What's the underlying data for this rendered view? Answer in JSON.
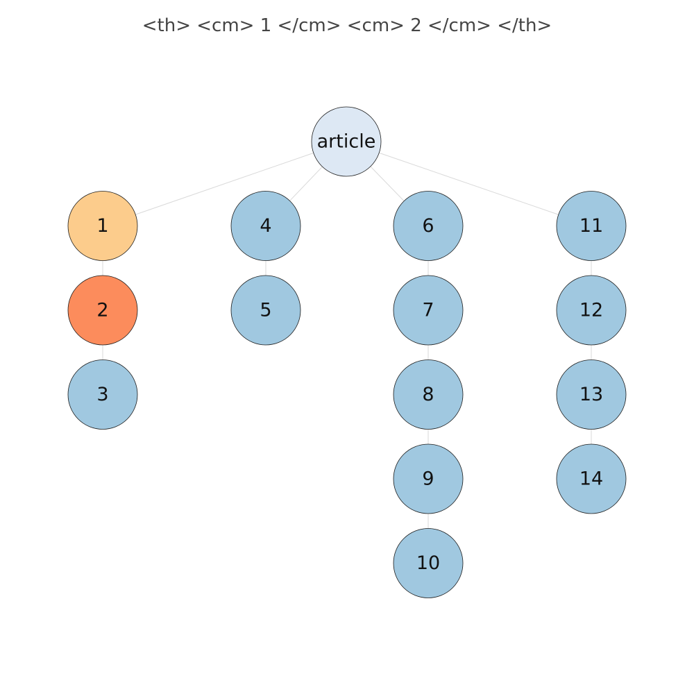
{
  "title": "<th> <cm> 1 </cm> <cm> 2 </cm> </th>",
  "colors": {
    "root": "#dde8f4",
    "default": "#a0c8e0",
    "highlight_light": "#fccc8c",
    "highlight_dark": "#fc8c5c",
    "edge": "#d9d9d9"
  },
  "tree": {
    "root": "article",
    "nodes": [
      {
        "id": "article",
        "label": "article",
        "parent": null,
        "color": "root"
      },
      {
        "id": "1",
        "label": "1",
        "parent": "article",
        "color": "highlight_light"
      },
      {
        "id": "2",
        "label": "2",
        "parent": "1",
        "color": "highlight_dark"
      },
      {
        "id": "3",
        "label": "3",
        "parent": "2",
        "color": "default"
      },
      {
        "id": "4",
        "label": "4",
        "parent": "article",
        "color": "default"
      },
      {
        "id": "5",
        "label": "5",
        "parent": "4",
        "color": "default"
      },
      {
        "id": "6",
        "label": "6",
        "parent": "article",
        "color": "default"
      },
      {
        "id": "7",
        "label": "7",
        "parent": "6",
        "color": "default"
      },
      {
        "id": "8",
        "label": "8",
        "parent": "7",
        "color": "default"
      },
      {
        "id": "9",
        "label": "9",
        "parent": "8",
        "color": "default"
      },
      {
        "id": "10",
        "label": "10",
        "parent": "9",
        "color": "default"
      },
      {
        "id": "11",
        "label": "11",
        "parent": "article",
        "color": "default"
      },
      {
        "id": "12",
        "label": "12",
        "parent": "11",
        "color": "default"
      },
      {
        "id": "13",
        "label": "13",
        "parent": "12",
        "color": "default"
      },
      {
        "id": "14",
        "label": "14",
        "parent": "13",
        "color": "default"
      }
    ]
  }
}
